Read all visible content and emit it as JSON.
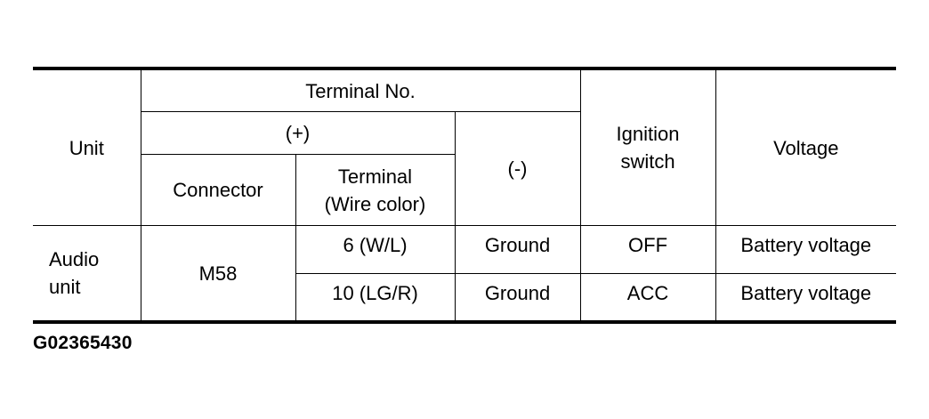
{
  "table": {
    "headers": {
      "unit": "Unit",
      "terminal_no": "Terminal No.",
      "plus": "(+)",
      "connector": "Connector",
      "terminal_line1": "Terminal",
      "terminal_line2": "(Wire color)",
      "minus": "(-)",
      "ignition_line1": "Ignition",
      "ignition_line2": "switch",
      "voltage": "Voltage"
    },
    "unit_line1": "Audio",
    "unit_line2": "unit",
    "connector": "M58",
    "rows": [
      {
        "terminal": "6 (W/L)",
        "minus": "Ground",
        "ignition": "OFF",
        "voltage": "Battery voltage"
      },
      {
        "terminal": "10 (LG/R)",
        "minus": "Ground",
        "ignition": "ACC",
        "voltage": "Battery voltage"
      }
    ]
  },
  "figure_code": "G02365430"
}
